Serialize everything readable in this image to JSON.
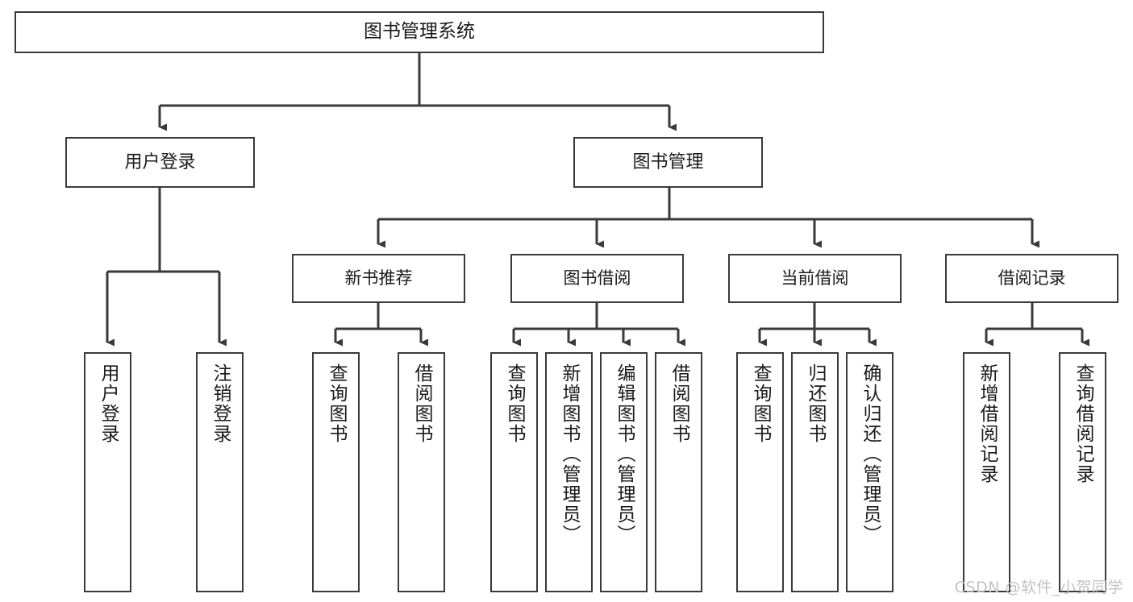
{
  "diagram": {
    "title": "图书管理系统",
    "type": "tree-hierarchy",
    "root": {
      "id": "root",
      "label": "图书管理系统"
    },
    "level2": [
      {
        "id": "user-login",
        "label": "用户登录"
      },
      {
        "id": "book-manage",
        "label": "图书管理"
      }
    ],
    "level3": [
      {
        "id": "new-book-recommend",
        "label": "新书推荐",
        "parent": "book-manage"
      },
      {
        "id": "book-borrow",
        "label": "图书借阅",
        "parent": "book-manage"
      },
      {
        "id": "current-borrow",
        "label": "当前借阅",
        "parent": "book-manage"
      },
      {
        "id": "borrow-record",
        "label": "借阅记录",
        "parent": "book-manage"
      }
    ],
    "leaves": [
      {
        "id": "leaf-user-login",
        "label": "用户登录",
        "parent": "user-login"
      },
      {
        "id": "leaf-user-logout",
        "label": "注销登录",
        "parent": "user-login"
      },
      {
        "id": "leaf-query-book-1",
        "label": "查询图书",
        "parent": "new-book-recommend"
      },
      {
        "id": "leaf-borrow-book-1",
        "label": "借阅图书",
        "parent": "new-book-recommend"
      },
      {
        "id": "leaf-query-book-2",
        "label": "查询图书",
        "parent": "book-borrow"
      },
      {
        "id": "leaf-add-book",
        "label": "新增图书（管理员）",
        "parent": "book-borrow"
      },
      {
        "id": "leaf-edit-book",
        "label": "编辑图书（管理员）",
        "parent": "book-borrow"
      },
      {
        "id": "leaf-borrow-book-2",
        "label": "借阅图书",
        "parent": "book-borrow"
      },
      {
        "id": "leaf-query-book-3",
        "label": "查询图书",
        "parent": "current-borrow"
      },
      {
        "id": "leaf-return-book",
        "label": "归还图书",
        "parent": "current-borrow"
      },
      {
        "id": "leaf-confirm-return",
        "label": "确认归还（管理员）",
        "parent": "current-borrow"
      },
      {
        "id": "leaf-add-record",
        "label": "新增借阅记录",
        "parent": "borrow-record"
      },
      {
        "id": "leaf-query-record",
        "label": "查询借阅记录",
        "parent": "borrow-record"
      }
    ],
    "watermark": "CSDN @软件_小贺同学",
    "colors": {
      "border": "#3a3a3a",
      "background": "#ffffff",
      "text": "#1a1a1a",
      "edge": "#3a3a3a",
      "watermark": "#c2c2c2"
    }
  }
}
